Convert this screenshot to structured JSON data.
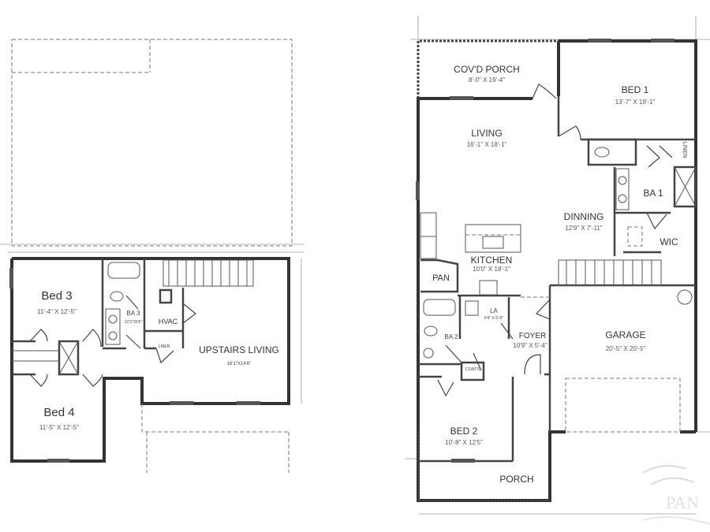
{
  "upper_floor": {
    "rooms": [
      {
        "name": "Bed 3",
        "size": "11'-4\" X 12'-5\""
      },
      {
        "name": "Bed 4",
        "size": "11'-5\" X 12'-5\""
      },
      {
        "name": "BA 3",
        "size": "12'3\"X5'6\""
      },
      {
        "name": "HVAC",
        "size": ""
      },
      {
        "name": "LINEN",
        "size": ""
      },
      {
        "name": "UPSTAIRS LIVING",
        "size": "16'1\"X14'6\""
      }
    ]
  },
  "main_floor": {
    "rooms": [
      {
        "name": "COV'D PORCH",
        "size": "8'-0\" X 19'-4\""
      },
      {
        "name": "BED 1",
        "size": "13'-7\" X 19'-1\""
      },
      {
        "name": "LIVING",
        "size": "16'-1\" X 18'-1\""
      },
      {
        "name": "LINEN",
        "size": ""
      },
      {
        "name": "BA 1",
        "size": ""
      },
      {
        "name": "DINNING",
        "size": "12'9\" X 7'-11\""
      },
      {
        "name": "WIC",
        "size": ""
      },
      {
        "name": "KITCHEN",
        "size": "10'0\" X 18'-1\""
      },
      {
        "name": "PAN",
        "size": ""
      },
      {
        "name": "LA",
        "size": "5'4\" X 6'-6\""
      },
      {
        "name": "BA 2",
        "size": ""
      },
      {
        "name": "FOYER",
        "size": "10'9\" X 5'-4\""
      },
      {
        "name": "COATS",
        "size": ""
      },
      {
        "name": "GARAGE",
        "size": "20'-5\" X 20'-5\""
      },
      {
        "name": "BED 2",
        "size": "10'-8\" X 12'5\""
      },
      {
        "name": "PORCH",
        "size": ""
      }
    ]
  },
  "watermark": "PAN",
  "colors": {
    "wall": "#333333",
    "background": "#ffffff"
  }
}
